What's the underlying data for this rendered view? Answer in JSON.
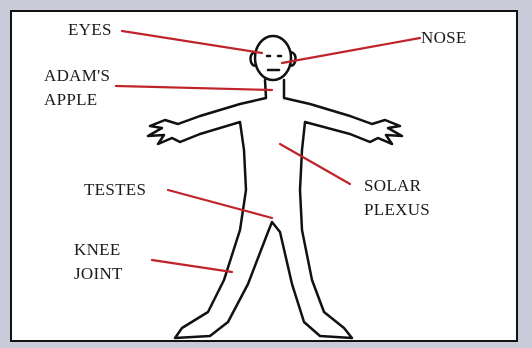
{
  "labels": {
    "eyes": "EYES",
    "nose": "NOSE",
    "adams_apple_line1": "ADAM'S",
    "adams_apple_line2": "APPLE",
    "testes": "TESTES",
    "solar_plexus_line1": "SOLAR",
    "solar_plexus_line2": "PLEXUS",
    "knee_joint_line1": "KNEE",
    "knee_joint_line2": "JOINT"
  },
  "colors": {
    "pointer_line": "#c0242b",
    "outline": "#111111",
    "background_frame": "#c9ccd8",
    "panel": "#ffffff"
  }
}
